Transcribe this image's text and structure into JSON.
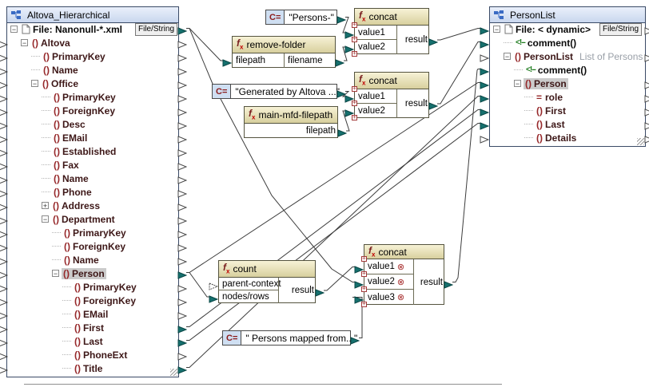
{
  "source_component": {
    "title": "Altova_Hierarchical",
    "rows": [
      {
        "label": "File: Nanonull-*.xml",
        "depth": 0,
        "icon": "file",
        "expand": "minus",
        "out": "filled",
        "button": "File/String"
      },
      {
        "label": "Altova",
        "depth": 1,
        "icon": "element",
        "expand": "minus",
        "in": "empty",
        "out": "empty"
      },
      {
        "label": "PrimaryKey",
        "depth": 2,
        "icon": "element",
        "in": "empty",
        "out": "empty"
      },
      {
        "label": "Name",
        "depth": 2,
        "icon": "element",
        "in": "empty",
        "out": "empty"
      },
      {
        "label": "Office",
        "depth": 2,
        "icon": "element",
        "expand": "minus",
        "in": "empty",
        "out": "empty"
      },
      {
        "label": "PrimaryKey",
        "depth": 3,
        "icon": "element",
        "in": "empty",
        "out": "empty"
      },
      {
        "label": "ForeignKey",
        "depth": 3,
        "icon": "element",
        "in": "empty",
        "out": "empty"
      },
      {
        "label": "Desc",
        "depth": 3,
        "icon": "element",
        "in": "empty",
        "out": "empty"
      },
      {
        "label": "EMail",
        "depth": 3,
        "icon": "element",
        "in": "empty",
        "out": "empty"
      },
      {
        "label": "Established",
        "depth": 3,
        "icon": "element",
        "in": "empty",
        "out": "empty"
      },
      {
        "label": "Fax",
        "depth": 3,
        "icon": "element",
        "in": "empty",
        "out": "empty"
      },
      {
        "label": "Name",
        "depth": 3,
        "icon": "element",
        "in": "empty",
        "out": "empty"
      },
      {
        "label": "Phone",
        "depth": 3,
        "icon": "element",
        "in": "empty",
        "out": "empty"
      },
      {
        "label": "Address",
        "depth": 3,
        "icon": "element",
        "expand": "plus",
        "in": "empty",
        "out": "empty"
      },
      {
        "label": "Department",
        "depth": 3,
        "icon": "element",
        "expand": "minus",
        "in": "empty",
        "out": "empty"
      },
      {
        "label": "PrimaryKey",
        "depth": 4,
        "icon": "element",
        "in": "empty",
        "out": "empty"
      },
      {
        "label": "ForeignKey",
        "depth": 4,
        "icon": "element",
        "in": "empty",
        "out": "empty"
      },
      {
        "label": "Name",
        "depth": 4,
        "icon": "element",
        "in": "empty",
        "out": "empty"
      },
      {
        "label": "Person",
        "depth": 4,
        "icon": "element",
        "expand": "minus",
        "selected": true,
        "in": "empty",
        "out": "filled"
      },
      {
        "label": "PrimaryKey",
        "depth": 5,
        "icon": "element",
        "in": "empty",
        "out": "empty"
      },
      {
        "label": "ForeignKey",
        "depth": 5,
        "icon": "element",
        "in": "empty",
        "out": "empty"
      },
      {
        "label": "EMail",
        "depth": 5,
        "icon": "element",
        "in": "empty",
        "out": "empty"
      },
      {
        "label": "First",
        "depth": 5,
        "icon": "element",
        "in": "empty",
        "out": "filled"
      },
      {
        "label": "Last",
        "depth": 5,
        "icon": "element",
        "in": "empty",
        "out": "filled"
      },
      {
        "label": "PhoneExt",
        "depth": 5,
        "icon": "element",
        "in": "empty",
        "out": "empty"
      },
      {
        "label": "Title",
        "depth": 5,
        "icon": "element",
        "in": "empty",
        "out": "filled"
      }
    ]
  },
  "target_component": {
    "title": "PersonList",
    "rows": [
      {
        "label": "File: < dynamic>",
        "depth": 0,
        "icon": "file",
        "expand": "minus",
        "in": "filled",
        "out": "empty",
        "button": "File/String"
      },
      {
        "label": "comment()",
        "depth": 1,
        "icon": "comment",
        "in": "filled"
      },
      {
        "label": "PersonList",
        "depth": 1,
        "icon": "element",
        "expand": "minus",
        "annotation": "List of Persons",
        "in": "empty",
        "out": "empty"
      },
      {
        "label": "comment()",
        "depth": 2,
        "icon": "comment",
        "in": "filled"
      },
      {
        "label": "Person",
        "depth": 2,
        "icon": "element",
        "expand": "minus",
        "selected": true,
        "in": "filled",
        "out": "empty"
      },
      {
        "label": "role",
        "depth": 3,
        "icon": "attribute",
        "in": "filled",
        "out": "empty"
      },
      {
        "label": "First",
        "depth": 3,
        "icon": "element",
        "in": "filled",
        "out": "empty"
      },
      {
        "label": "Last",
        "depth": 3,
        "icon": "element",
        "in": "filled",
        "out": "empty"
      },
      {
        "label": "Details",
        "depth": 3,
        "icon": "element",
        "in": "empty",
        "out": "empty"
      }
    ]
  },
  "functions": [
    {
      "id": "concat1",
      "title": "concat",
      "inputs": [
        {
          "label": "value1"
        },
        {
          "label": "value2"
        }
      ],
      "output": "result"
    },
    {
      "id": "removefolder",
      "title": "remove-folder",
      "inputs": [
        {
          "label": "filepath"
        }
      ],
      "inline_output": "filename"
    },
    {
      "id": "concat2",
      "title": "concat",
      "inputs": [
        {
          "label": "value1"
        },
        {
          "label": "value2"
        }
      ],
      "output": "result"
    },
    {
      "id": "mainmfd",
      "title": "main-mfd-filepath",
      "output_row": "filepath"
    },
    {
      "id": "count",
      "title": "count",
      "inputs": [
        {
          "label": "parent-context",
          "style": "dashed"
        },
        {
          "label": "nodes/rows"
        }
      ],
      "output": "result"
    },
    {
      "id": "concat3",
      "title": "concat",
      "inputs": [
        {
          "label": "value1",
          "removable": true
        },
        {
          "label": "value2",
          "removable": true
        },
        {
          "label": "value3",
          "removable": true
        }
      ],
      "output": "result"
    }
  ],
  "constants": [
    {
      "id": "persons",
      "prefix": "C=",
      "value": "\"Persons-\""
    },
    {
      "id": "generated",
      "prefix": "C=",
      "value": "\"Generated by Altova ...\""
    },
    {
      "id": "mapped",
      "prefix": "C=",
      "value": "\" Persons mapped from...\""
    }
  ],
  "connections": [
    {
      "from": "src.file",
      "to": "removefolder.filepath"
    },
    {
      "from": "src.file",
      "to": "concat3.value2"
    },
    {
      "from": "const.persons",
      "to": "concat1.value1"
    },
    {
      "from": "removefolder.filename",
      "to": "concat1.value2"
    },
    {
      "from": "concat1.result",
      "to": "tgt.file"
    },
    {
      "from": "const.generated",
      "to": "concat2.value1"
    },
    {
      "from": "mainmfd.filepath",
      "to": "concat2.value2"
    },
    {
      "from": "concat2.result",
      "to": "tgt.comment1"
    },
    {
      "from": "src.person",
      "to": "count.nodesrows"
    },
    {
      "from": "count.result",
      "to": "concat3.value1"
    },
    {
      "from": "const.mapped",
      "to": "concat3.value3"
    },
    {
      "from": "concat3.result",
      "to": "tgt.comment2"
    },
    {
      "from": "src.person",
      "to": "tgt.person"
    },
    {
      "from": "src.first",
      "to": "tgt.first"
    },
    {
      "from": "src.last",
      "to": "tgt.last"
    },
    {
      "from": "src.title",
      "to": "tgt.role"
    }
  ],
  "colors": {
    "connector_filled": "#16706e",
    "maroon": "#96282a",
    "function_header": "#ead9a0",
    "selection": "#cbcbcb",
    "header_blue": "#d3dff2"
  }
}
